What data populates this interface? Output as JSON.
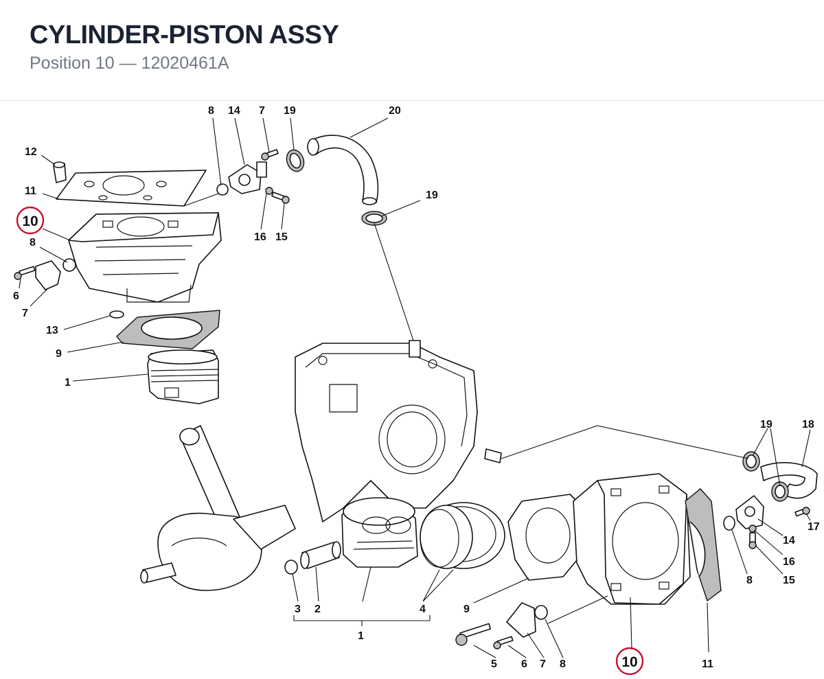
{
  "header": {
    "title": "CYLINDER-PISTON ASSY",
    "subtitle": "Position 10 — 12020461A"
  },
  "callouts": [
    {
      "id": "c8a",
      "text": "8"
    },
    {
      "id": "c14a",
      "text": "14"
    },
    {
      "id": "c7a",
      "text": "7"
    },
    {
      "id": "c19a",
      "text": "19"
    },
    {
      "id": "c20",
      "text": "20"
    },
    {
      "id": "c12",
      "text": "12"
    },
    {
      "id": "c11a",
      "text": "11"
    },
    {
      "id": "c10a",
      "text": "10"
    },
    {
      "id": "c8b",
      "text": "8"
    },
    {
      "id": "c6a",
      "text": "6"
    },
    {
      "id": "c7b",
      "text": "7"
    },
    {
      "id": "c13",
      "text": "13"
    },
    {
      "id": "c9a",
      "text": "9"
    },
    {
      "id": "c1a",
      "text": "1"
    },
    {
      "id": "c16a",
      "text": "16"
    },
    {
      "id": "c15a",
      "text": "15"
    },
    {
      "id": "c19b",
      "text": "19"
    },
    {
      "id": "c19c",
      "text": "19"
    },
    {
      "id": "c18",
      "text": "18"
    },
    {
      "id": "c17",
      "text": "17"
    },
    {
      "id": "c14b",
      "text": "14"
    },
    {
      "id": "c16b",
      "text": "16"
    },
    {
      "id": "c15b",
      "text": "15"
    },
    {
      "id": "c8c",
      "text": "8"
    },
    {
      "id": "c3",
      "text": "3"
    },
    {
      "id": "c2",
      "text": "2"
    },
    {
      "id": "c4",
      "text": "4"
    },
    {
      "id": "c9b",
      "text": "9"
    },
    {
      "id": "c1b",
      "text": "1"
    },
    {
      "id": "c5",
      "text": "5"
    },
    {
      "id": "c6b",
      "text": "6"
    },
    {
      "id": "c7c",
      "text": "7"
    },
    {
      "id": "c8d",
      "text": "8"
    },
    {
      "id": "c10b",
      "text": "10"
    },
    {
      "id": "c11b",
      "text": "11"
    }
  ],
  "highlight_color": "#c8102e"
}
